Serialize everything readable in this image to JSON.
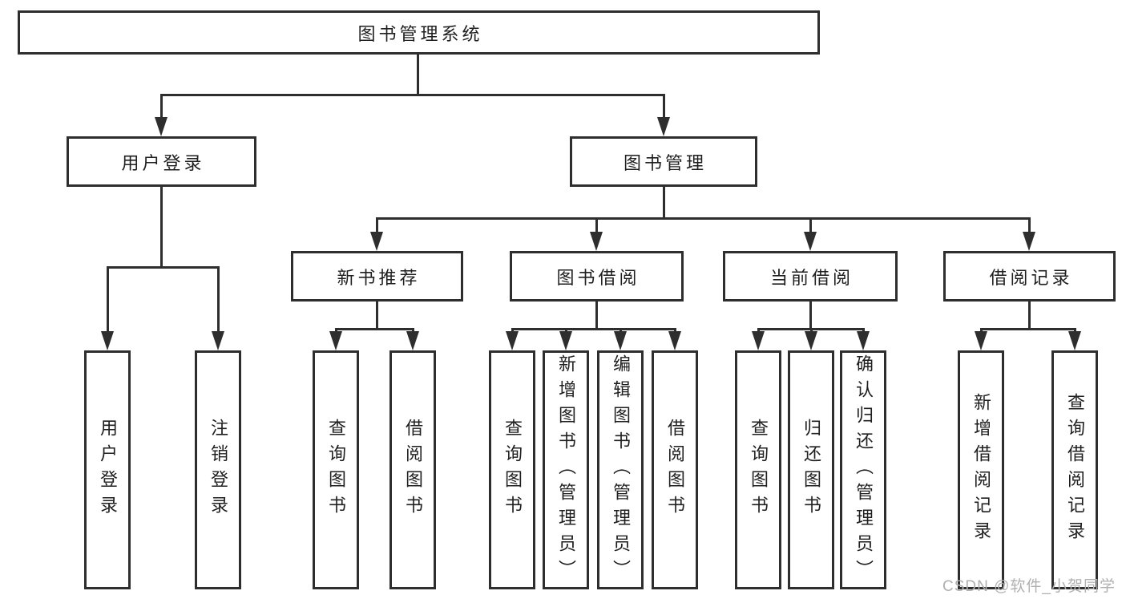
{
  "tree": {
    "label": "图书管理系统",
    "children": [
      {
        "label": "用户登录",
        "children": [
          {
            "label": "用户登录"
          },
          {
            "label": "注销登录"
          }
        ]
      },
      {
        "label": "图书管理",
        "children": [
          {
            "label": "新书推荐",
            "children": [
              {
                "label": "查询图书"
              },
              {
                "label": "借阅图书"
              }
            ]
          },
          {
            "label": "图书借阅",
            "children": [
              {
                "label": "查询图书"
              },
              {
                "label": "新增图书（管理员）"
              },
              {
                "label": "编辑图书（管理员）"
              },
              {
                "label": "借阅图书"
              }
            ]
          },
          {
            "label": "当前借阅",
            "children": [
              {
                "label": "查询图书"
              },
              {
                "label": "归还图书"
              },
              {
                "label": "确认归还（管理员）"
              }
            ]
          },
          {
            "label": "借阅记录",
            "children": [
              {
                "label": "新增借阅记录"
              },
              {
                "label": "查询借阅记录"
              }
            ]
          }
        ]
      }
    ]
  },
  "watermark": "CSDN @软件_小贺同学",
  "colors": {
    "line": "#2e2e2e",
    "text": "#1f1f1f",
    "watermark": "#b0b0b0",
    "background": "#ffffff"
  }
}
